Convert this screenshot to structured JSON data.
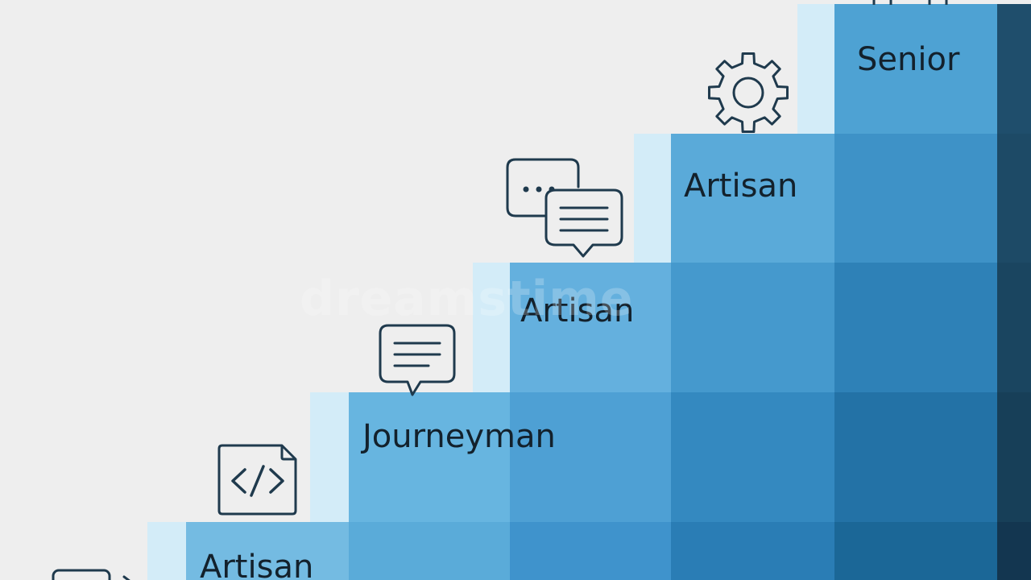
{
  "steps": [
    {
      "label": "Artisan",
      "icon": "code-file-icon"
    },
    {
      "label": "Journeyman",
      "icon": "chat-bubble-icon"
    },
    {
      "label": "Artisan",
      "icon": "two-chat-bubbles-icon"
    },
    {
      "label": "Artisan",
      "icon": "gear-icon"
    },
    {
      "label": "Senior",
      "icon": "clipboard-icon"
    }
  ],
  "watermark": "dreamstime",
  "colors": {
    "background": "#eeeeee",
    "icon_stroke": "#1f3a4d",
    "text": "#13212c",
    "riser": "#d3ecf8"
  }
}
